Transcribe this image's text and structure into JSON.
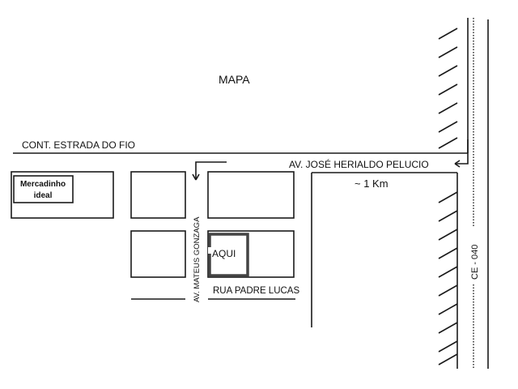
{
  "map": {
    "title": "MAPA",
    "streets": {
      "cont_estrada": "CONT. ESTRADA DO FIO",
      "av_jose": "AV. JOSÉ HERIALDO PELUCIO",
      "av_mateus": "AV. MATEUS GONZAGA",
      "rua_padre": "RUA PADRE LUCAS",
      "highway": "CE - 040"
    },
    "distance": "~ 1 Km",
    "landmarks": {
      "mercadinho": [
        "Mercadinho",
        "ideal"
      ],
      "aqui": "AQUI"
    },
    "colors": {
      "ink": "#1a1a1a",
      "highlight": "#444444"
    }
  }
}
